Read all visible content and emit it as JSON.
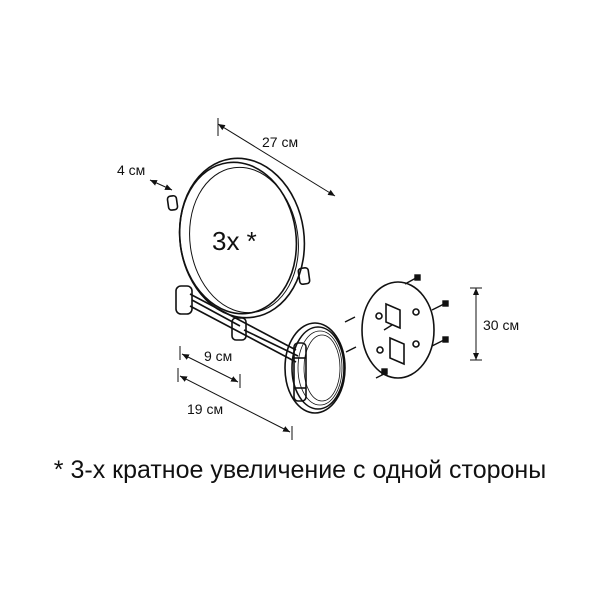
{
  "dimensions": {
    "width": "27 см",
    "depth": "4 см",
    "height": "30 см",
    "arm_short": "9 см",
    "arm_long": "19 см"
  },
  "magnification_label": "3х *",
  "footnote": "* 3-х кратное увеличение с одной стороны"
}
